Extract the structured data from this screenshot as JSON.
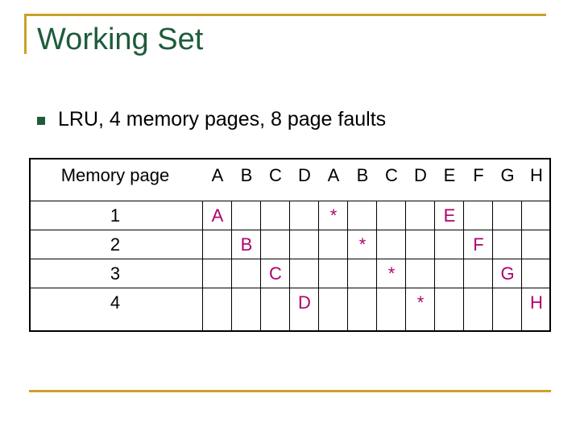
{
  "slide": {
    "title": "Working Set",
    "bullet": "LRU, 4 memory pages, 8 page faults"
  },
  "table": {
    "header_label": "Memory page",
    "references": [
      "A",
      "B",
      "C",
      "D",
      "A",
      "B",
      "C",
      "D",
      "E",
      "F",
      "G",
      "H"
    ],
    "row_labels": [
      "1",
      "2",
      "3",
      "4"
    ],
    "marks": [
      {
        "row": 0,
        "col": 0,
        "value": "A"
      },
      {
        "row": 0,
        "col": 4,
        "value": "*"
      },
      {
        "row": 0,
        "col": 8,
        "value": "E"
      },
      {
        "row": 1,
        "col": 1,
        "value": "B"
      },
      {
        "row": 1,
        "col": 5,
        "value": "*"
      },
      {
        "row": 1,
        "col": 9,
        "value": "F"
      },
      {
        "row": 2,
        "col": 2,
        "value": "C"
      },
      {
        "row": 2,
        "col": 6,
        "value": "*"
      },
      {
        "row": 2,
        "col": 10,
        "value": "G"
      },
      {
        "row": 3,
        "col": 3,
        "value": "D"
      },
      {
        "row": 3,
        "col": 7,
        "value": "*"
      },
      {
        "row": 3,
        "col": 11,
        "value": "H"
      }
    ],
    "mark_color": "#b0006f"
  },
  "theme": {
    "title_color": "#1e5c3a",
    "accent_line_color": "#c9a227"
  }
}
